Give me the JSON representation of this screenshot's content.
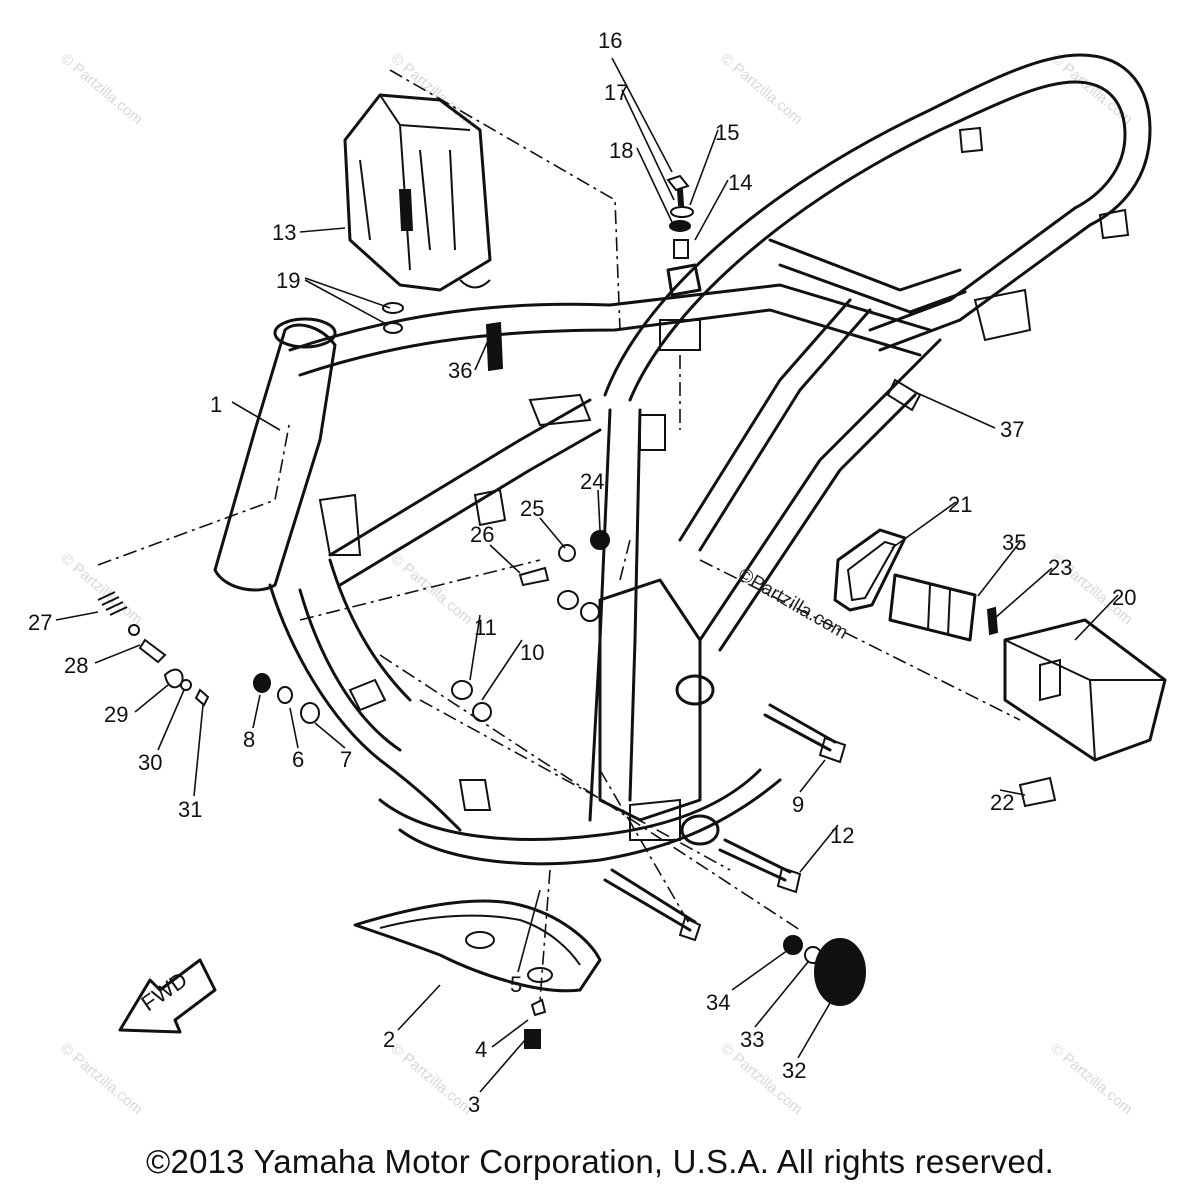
{
  "copyright": "©2013 Yamaha Motor Corporation, U.S.A. All rights reserved.",
  "watermark": "© Partzilla.com",
  "center_watermark": "©Partzilla.com",
  "fwd_label": "FWD",
  "callouts": [
    "1",
    "2",
    "3",
    "4",
    "5",
    "6",
    "7",
    "8",
    "9",
    "10",
    "11",
    "12",
    "13",
    "14",
    "15",
    "16",
    "17",
    "18",
    "19",
    "20",
    "21",
    "22",
    "23",
    "24",
    "25",
    "26",
    "27",
    "28",
    "29",
    "30",
    "31",
    "32",
    "33",
    "34",
    "35",
    "36",
    "37"
  ]
}
